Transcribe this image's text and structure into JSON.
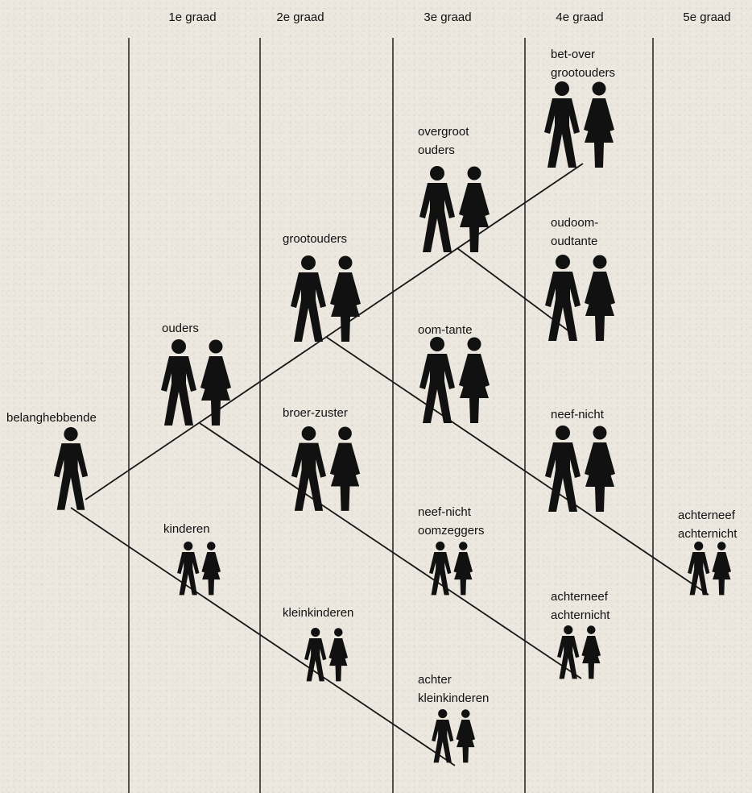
{
  "colors": {
    "background": "#ece8e0",
    "ink": "#111111"
  },
  "header": {
    "columns": [
      "1e graad",
      "2e graad",
      "3e graad",
      "4e graad",
      "5e graad"
    ]
  },
  "nodes": [
    {
      "id": "ego",
      "lines": [
        "belanghebbende"
      ],
      "icon": "man-icon"
    },
    {
      "id": "parents",
      "lines": [
        "ouders"
      ],
      "icon": "man-woman-icon"
    },
    {
      "id": "children",
      "lines": [
        "kinderen"
      ],
      "icon": "man-woman-icon"
    },
    {
      "id": "grandparents",
      "lines": [
        "grootouders"
      ],
      "icon": "man-woman-icon"
    },
    {
      "id": "siblings",
      "lines": [
        "broer-zuster"
      ],
      "icon": "man-woman-icon"
    },
    {
      "id": "grandchildren",
      "lines": [
        "kleinkinderen"
      ],
      "icon": "man-woman-icon"
    },
    {
      "id": "greatgrandparents",
      "lines": [
        "overgroot",
        "ouders"
      ],
      "icon": "man-woman-icon"
    },
    {
      "id": "uncle-aunt",
      "lines": [
        "oom-tante"
      ],
      "icon": "man-woman-icon"
    },
    {
      "id": "nephew-niece-3",
      "lines": [
        "neef-nicht",
        "oomzeggers"
      ],
      "icon": "man-woman-icon"
    },
    {
      "id": "greatgrandchildren",
      "lines": [
        "achter",
        "kleinkinderen"
      ],
      "icon": "man-woman-icon"
    },
    {
      "id": "great-great-grandparents",
      "lines": [
        "bet-over",
        "grootouders"
      ],
      "icon": "man-woman-icon"
    },
    {
      "id": "granduncle-grandaunt",
      "lines": [
        "oudoom-",
        "oudtante"
      ],
      "icon": "man-woman-icon"
    },
    {
      "id": "cousin",
      "lines": [
        "neef-nicht"
      ],
      "icon": "man-woman-icon"
    },
    {
      "id": "grandnephew-4",
      "lines": [
        "achterneef",
        "achternicht"
      ],
      "icon": "man-woman-icon"
    },
    {
      "id": "grandnephew-5",
      "lines": [
        "achterneef",
        "achternicht"
      ],
      "icon": "man-woman-icon"
    }
  ]
}
